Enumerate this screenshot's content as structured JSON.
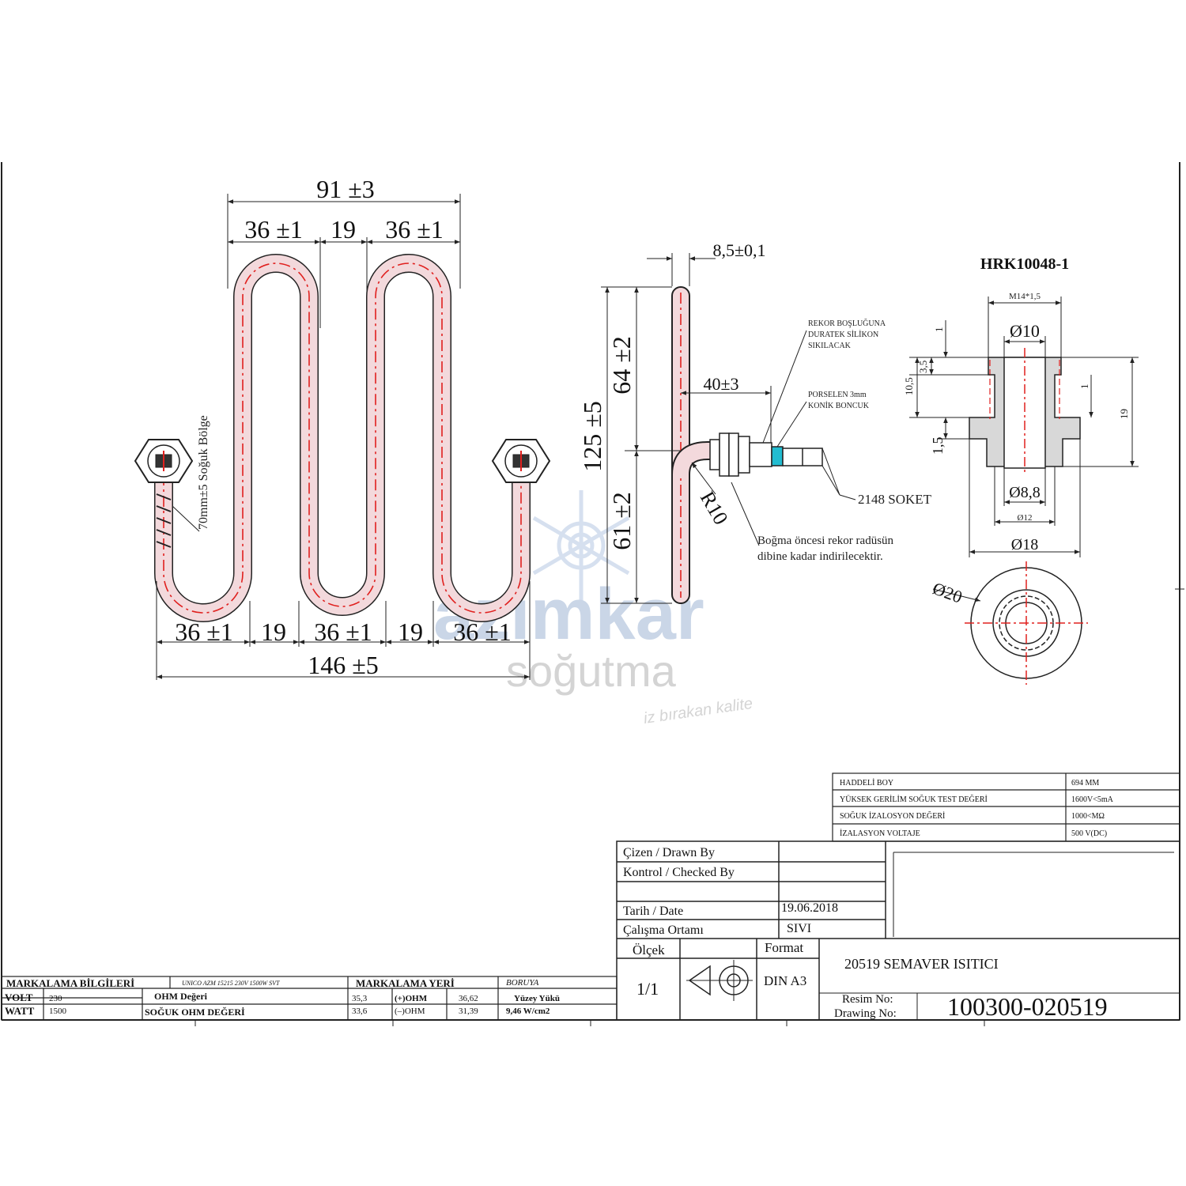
{
  "colors": {
    "line": "#222222",
    "centerline": "#e0201e",
    "tube_fill": "#f3d9dc",
    "part_fill": "#d8d8d8",
    "highlight": "#22bcd0",
    "watermark": "#b9c9e0"
  },
  "front_view": {
    "dim_top_total": "91 ±3",
    "dim_top_a": "36 ±1",
    "dim_top_b": "19",
    "dim_top_c": "36 ±1",
    "dim_bot_a": "36 ±1",
    "dim_bot_b": "19",
    "dim_bot_c": "36 ±1",
    "dim_bot_d": "19",
    "dim_bot_e": "36 ±1",
    "dim_bot_total": "146 ±5",
    "cold_zone_label": "70mm±5 Soğuk Bölge"
  },
  "side_view": {
    "dim_thickness": "8,5±0,1",
    "dim_height": "125 ±5",
    "dim_upper": "64 ±2",
    "dim_lower": "61 ±2",
    "dim_terminal": "40±3",
    "radius": "R10",
    "note_silicone": [
      "REKOR BOŞLUĞUNA",
      "DURATEK SİLİKON",
      "SIKILACAK"
    ],
    "note_bead": [
      "PORSELEN 3mm",
      "KONİK BONCUK"
    ],
    "socket_label": "2148 SOKET",
    "note_bending": [
      "Boğma öncesi rekor radüsün",
      "dibine kadar indirilecektir."
    ]
  },
  "fitting_detail": {
    "title": "HRK10048-1",
    "thread": "M14*1,5",
    "d_inner_top": "Ø10",
    "dim_flange": "3,5",
    "dim_1_top": "1",
    "dim_10_5": "10,5",
    "dim_1_right": "1",
    "dim_1_5": "1,5",
    "dim_19": "19",
    "d_bore": "Ø8,8",
    "d_12": "Ø12",
    "d_18": "Ø18",
    "d_20": "Ø20"
  },
  "watermark": {
    "brand": "azimkar",
    "sub": "soğutma",
    "slogan": "iz bırakan kalite"
  },
  "spec_table": [
    {
      "label": "HADDELİ BOY",
      "value": "694 MM"
    },
    {
      "label": "YÜKSEK GERİLİM SOĞUK TEST DEĞERİ",
      "value": "1600V<5mA"
    },
    {
      "label": "SOĞUK İZALOSYON DEĞERİ",
      "value": "1000<MΩ"
    },
    {
      "label": "İZALASYON VOLTAJE",
      "value": "500 V(DC)"
    }
  ],
  "title_block": {
    "drawn_by": "Çizen / Drawn By",
    "checked_by": "Kontrol / Checked By",
    "date_label": "Tarih / Date",
    "date_value": "19.06.2018",
    "medium_label": "Çalışma Ortamı",
    "medium_value": "SIVI",
    "scale_label": "Ölçek",
    "scale_value": "1/1",
    "format_label": "Format",
    "format_value": "DIN A3",
    "part_name": "20519 SEMAVER ISITICI",
    "drawing_no_label_1": "Resim No:",
    "drawing_no_label_2": "Drawing No:",
    "drawing_no": "100300-020519"
  },
  "marking": {
    "info_label": "MARKALAMA BİLGİLERİ",
    "info_value": "UNICO AZM 15215 230V 1500W SVT",
    "place_label": "MARKALAMA YERİ",
    "place_value": "BORUYA",
    "volt_label": "VOLT",
    "volt_value": "230",
    "watt_label": "WATT",
    "watt_value": "1500",
    "ohm_label": "OHM Değeri",
    "ohm_value": "35,3",
    "cold_ohm_label": "SOĞUK OHM DEĞERİ",
    "cold_ohm_value": "33,6",
    "plus_ohm_label": "(+)OHM",
    "plus_ohm_value": "36,62",
    "minus_ohm_label": "(–)OHM",
    "minus_ohm_value": "31,39",
    "surface_label": "Yüzey Yükü",
    "surface_value": "9,46 W/cm2"
  }
}
